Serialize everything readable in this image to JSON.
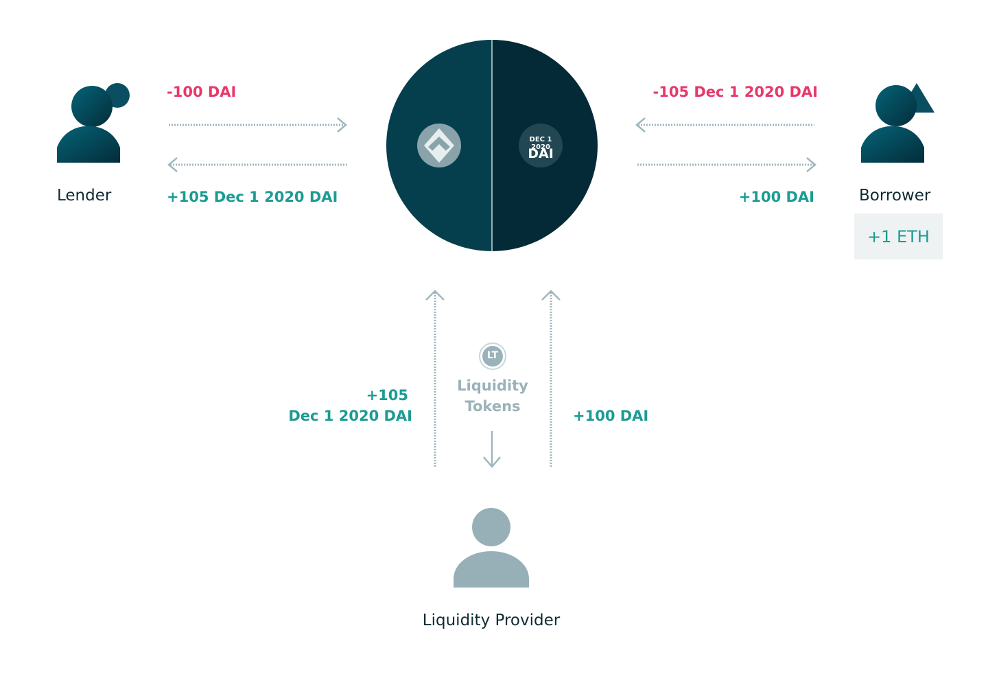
{
  "lender": {
    "name": "Lender",
    "sent": "-100 DAI",
    "received": "+105 Dec 1 2020 DAI"
  },
  "borrower": {
    "name": "Borrower",
    "sent": "-105 Dec 1 2020 DAI",
    "received": "+100 DAI",
    "collateral": "+1 ETH"
  },
  "pool": {
    "token_date": "DEC 1 2020",
    "token_name": "DAI"
  },
  "provider": {
    "name": "Liquidity Provider",
    "deposit_fy_amount": "+105",
    "deposit_fy_token": "Dec 1 2020 DAI",
    "deposit_dai": "+100 DAI",
    "lt_badge": "LT",
    "lt_label_1": "Liquidity",
    "lt_label_2": "Tokens"
  },
  "colors": {
    "pool_left": "#053f4e",
    "pool_right": "#032a36",
    "negative": "#e8386b",
    "positive": "#1c9b93",
    "muted": "#9ab2b9",
    "arrow": "#9fb7be",
    "person_light": "#97b0b8"
  },
  "icons": [
    "lender-person-icon",
    "borrower-person-icon",
    "liquidity-provider-icon",
    "yield-logo-icon",
    "fy-dai-token-icon",
    "lt-token-icon"
  ]
}
